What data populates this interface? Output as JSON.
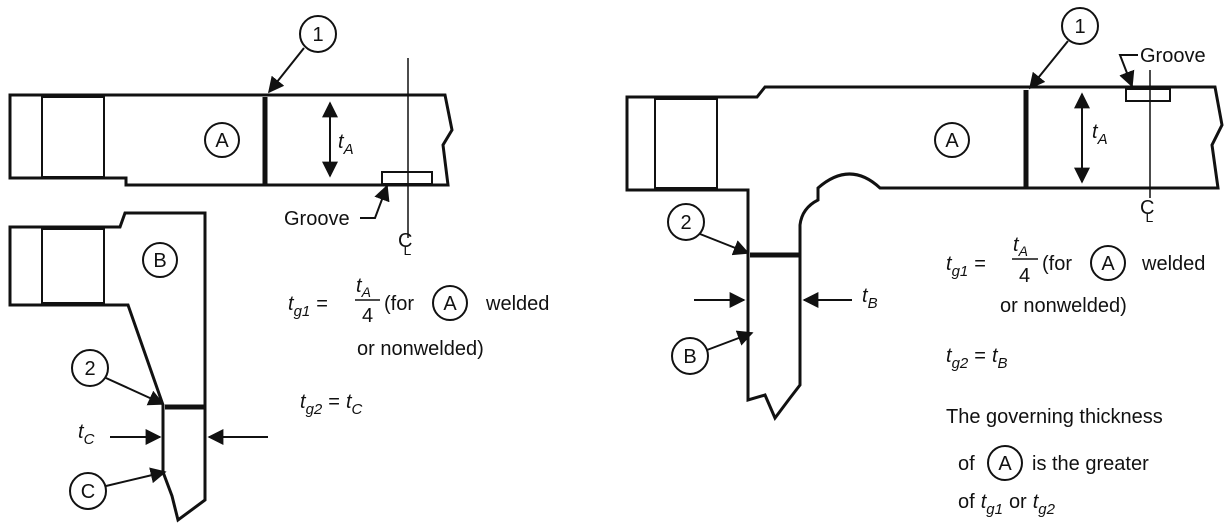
{
  "left": {
    "callout_1": "1",
    "callout_2": "2",
    "part_a": "A",
    "part_b": "B",
    "part_c": "C",
    "ta": {
      "base": "t",
      "sub": "A"
    },
    "groove": "Groove",
    "centerline": {
      "base": "C",
      "sub": "L"
    },
    "tc": {
      "base": "t",
      "sub": "C"
    },
    "eq1": {
      "lhs_base": "t",
      "lhs_sub": "g1",
      "equals": "=",
      "num_base": "t",
      "num_sub": "A",
      "den": "4",
      "paren_open": "(for",
      "circle": "A",
      "tail": "welded",
      "line2": "or nonwelded)"
    },
    "eq2": {
      "lhs_base": "t",
      "lhs_sub": "g2",
      "equals": "=",
      "rhs_base": "t",
      "rhs_sub": "C"
    }
  },
  "right": {
    "callout_1": "1",
    "callout_2": "2",
    "part_a": "A",
    "part_b": "B",
    "ta": {
      "base": "t",
      "sub": "A"
    },
    "tb": {
      "base": "t",
      "sub": "B"
    },
    "groove": "Groove",
    "centerline": {
      "base": "C",
      "sub": "L"
    },
    "eq1": {
      "lhs_base": "t",
      "lhs_sub": "g1",
      "equals": "=",
      "num_base": "t",
      "num_sub": "A",
      "den": "4",
      "paren_open": "(for",
      "circle": "A",
      "tail": "welded",
      "line2": "or nonwelded)"
    },
    "eq2": {
      "lhs_base": "t",
      "lhs_sub": "g2",
      "equals": "=",
      "rhs_base": "t",
      "rhs_sub": "B"
    },
    "governing": {
      "line1": "The governing thickness",
      "line2_pre": "of",
      "line2_circle": "A",
      "line2_post": "is the greater",
      "line3_pre": "of",
      "line3_a_base": "t",
      "line3_a_sub": "g1",
      "line3_or": "or",
      "line3_b_base": "t",
      "line3_b_sub": "g2"
    }
  }
}
